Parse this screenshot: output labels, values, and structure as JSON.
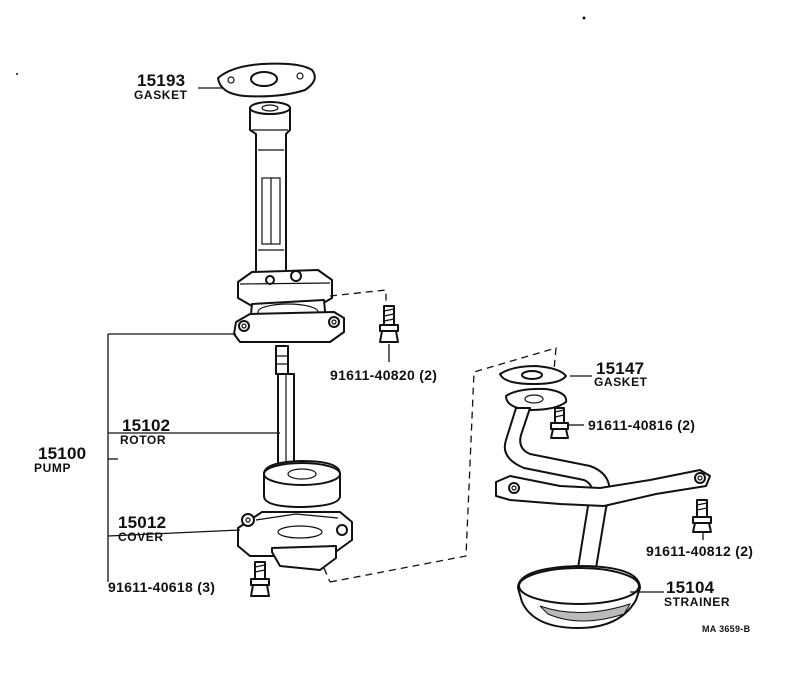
{
  "parts": {
    "gasket_upper": {
      "number": "15193",
      "name": "GASKET"
    },
    "pump": {
      "number": "15100",
      "name": "PUMP"
    },
    "rotor": {
      "number": "15102",
      "name": "ROTOR"
    },
    "cover": {
      "number": "15012",
      "name": "COVER"
    },
    "gasket_strainer": {
      "number": "15147",
      "name": "GASKET"
    },
    "strainer": {
      "number": "15104",
      "name": "STRAINER"
    }
  },
  "bolts": {
    "pump_mount": "91611-40820 (2)",
    "strainer_flange": "91611-40816 (2)",
    "strainer_bracket": "91611-40812 (2)",
    "cover": "91611-40618 (3)"
  },
  "diagram_code": "MA 3659-B"
}
